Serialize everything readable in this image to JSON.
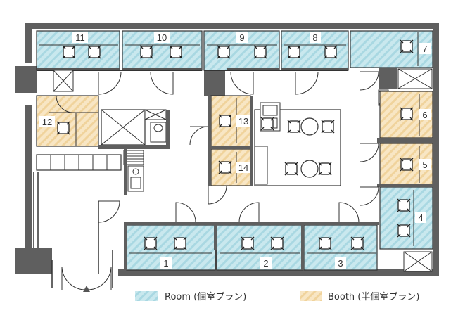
{
  "colors": {
    "room": "#bfe3ea",
    "room_stripe": "#9fd3de",
    "booth": "#f7e0b6",
    "booth_stripe": "#efcd8f",
    "wall": "#5f5f5f",
    "line": "#333333"
  },
  "rooms": [
    {
      "number": "1",
      "type": "room"
    },
    {
      "number": "2",
      "type": "room"
    },
    {
      "number": "3",
      "type": "room"
    },
    {
      "number": "4",
      "type": "room"
    },
    {
      "number": "5",
      "type": "booth"
    },
    {
      "number": "6",
      "type": "booth"
    },
    {
      "number": "7",
      "type": "room"
    },
    {
      "number": "8",
      "type": "room"
    },
    {
      "number": "9",
      "type": "room"
    },
    {
      "number": "10",
      "type": "room"
    },
    {
      "number": "11",
      "type": "room"
    },
    {
      "number": "12",
      "type": "booth"
    },
    {
      "number": "13",
      "type": "booth"
    },
    {
      "number": "14",
      "type": "booth"
    }
  ],
  "legend": {
    "room_label": "Room (個室プラン)",
    "booth_label": "Booth (半個室プラン)"
  },
  "icons": [
    "chair-icon",
    "table-icon",
    "door-swing-icon",
    "stairs-icon",
    "toilet-icon",
    "sink-icon",
    "entrance-arrow-icon",
    "copier-icon"
  ]
}
